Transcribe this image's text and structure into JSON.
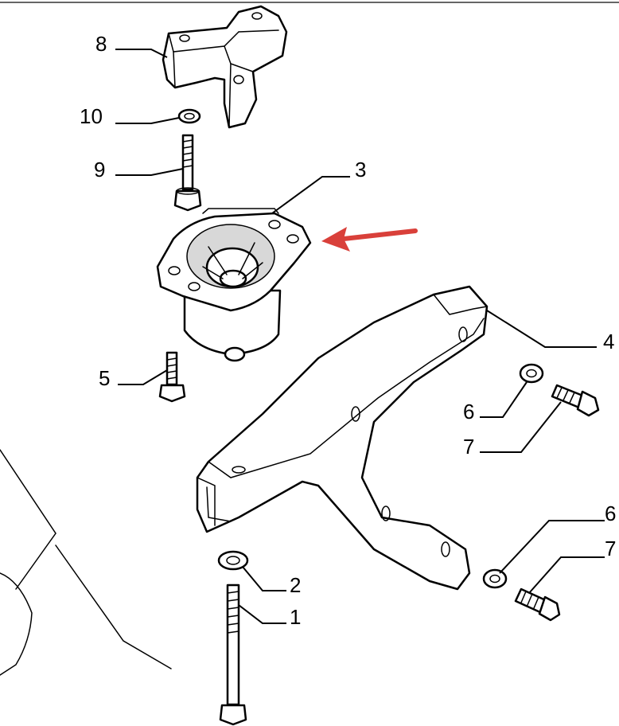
{
  "diagram": {
    "callouts": [
      {
        "id": "1",
        "label": "1"
      },
      {
        "id": "2",
        "label": "2"
      },
      {
        "id": "3",
        "label": "3"
      },
      {
        "id": "4",
        "label": "4"
      },
      {
        "id": "5",
        "label": "5"
      },
      {
        "id": "6a",
        "label": "6"
      },
      {
        "id": "6b",
        "label": "6"
      },
      {
        "id": "7a",
        "label": "7"
      },
      {
        "id": "7b",
        "label": "7"
      },
      {
        "id": "8",
        "label": "8"
      },
      {
        "id": "9",
        "label": "9"
      },
      {
        "id": "10",
        "label": "10"
      }
    ],
    "highlight": {
      "color": "#d9403a",
      "target_label": "3"
    }
  },
  "colors": {
    "line": "#000000",
    "background": "#ffffff",
    "arrow": "#d9403a"
  }
}
